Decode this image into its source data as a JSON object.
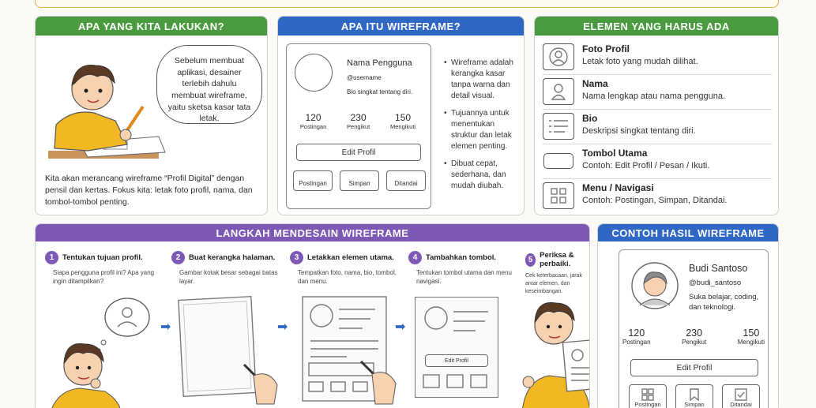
{
  "panel1": {
    "title": "APA YANG KITA LAKUKAN?",
    "bubble": "Sebelum membuat aplikasi, desainer terlebih dahulu membuat wireframe, yaitu sketsa kasar tata letak.",
    "caption": "Kita akan merancang wireframe “Profil Digital” dengan pensil dan kertas. Fokus kita: letak foto profil, nama, dan tombol-tombol penting."
  },
  "panel2": {
    "title": "APA ITU WIREFRAME?",
    "name": "Nama Pengguna",
    "username": "@username",
    "bio": "Bio singkat tentang diri.",
    "stats": [
      {
        "num": "120",
        "label": "Postingan"
      },
      {
        "num": "230",
        "label": "Pengikut"
      },
      {
        "num": "150",
        "label": "Mengikuti"
      }
    ],
    "edit_button": "Edit Profil",
    "tabs": [
      "Postingan",
      "Simpan",
      "Ditandai"
    ],
    "bullets": [
      "Wireframe adalah kerangka kasar tanpa warna dan detail visual.",
      "Tujuannya untuk menentukan struktur dan letak elemen penting.",
      "Dibuat cepat, sederhana, dan mudah diubah."
    ]
  },
  "panel3": {
    "title": "ELEMEN YANG HARUS ADA",
    "items": [
      {
        "title": "Foto Profil",
        "desc": "Letak foto yang mudah dilihat.",
        "icon": "profile-photo-icon"
      },
      {
        "title": "Nama",
        "desc": "Nama lengkap atau nama pengguna.",
        "icon": "person-icon"
      },
      {
        "title": "Bio",
        "desc": "Deskripsi singkat tentang diri.",
        "icon": "text-lines-icon"
      },
      {
        "title": "Tombol Utama",
        "desc": "Contoh: Edit Profil / Pesan / Ikuti.",
        "icon": "button-icon"
      },
      {
        "title": "Menu / Navigasi",
        "desc": "Contoh: Postingan, Simpan, Ditandai.",
        "icon": "grid-icon"
      }
    ]
  },
  "panel4": {
    "title": "LANGKAH MENDESAIN WIREFRAME",
    "steps": [
      {
        "num": "1",
        "title": "Tentukan tujuan profil.",
        "desc": "Siapa pengguna profil ini? Apa yang ingin ditampilkan?"
      },
      {
        "num": "2",
        "title": "Buat kerangka halaman.",
        "desc": "Gambar kotak besar sebagai batas layar."
      },
      {
        "num": "3",
        "title": "Letakkan elemen utama.",
        "desc": "Tempatkan foto, nama, bio, tombol, dan menu."
      },
      {
        "num": "4",
        "title": "Tambahkan tombol.",
        "desc": "Tentukan tombol utama dan menu navigasi."
      },
      {
        "num": "5",
        "title": "Periksa & perbaiki.",
        "desc": "Cek keterbacaan, jarak antar elemen, dan keseimbangan."
      }
    ],
    "step4_button": "Edit Profil"
  },
  "panel5": {
    "title": "CONTOH HASIL WIREFRAME",
    "name": "Budi Santoso",
    "username": "@budi_santoso",
    "bio": "Suka belajar, coding, dan teknologi.",
    "stats": [
      {
        "num": "120",
        "label": "Postingan"
      },
      {
        "num": "230",
        "label": "Pengikut"
      },
      {
        "num": "150",
        "label": "Mengikuti"
      }
    ],
    "edit_button": "Edit Profil",
    "tabs": [
      "Postingan",
      "Simpan",
      "Ditandai"
    ]
  },
  "colors": {
    "green": "#4a9b3f",
    "blue": "#2f68c4",
    "purple": "#7e58b5",
    "boy_shirt": "#f2b824"
  }
}
